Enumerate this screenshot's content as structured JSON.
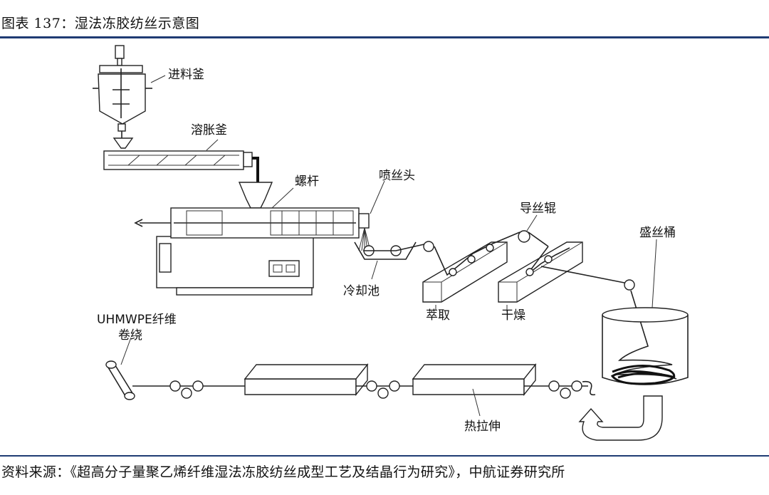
{
  "caption": "图表 137：湿法冻胶纺丝示意图",
  "source": "资料来源：《超高分子量聚乙烯纤维湿法冻胶纺丝成型工艺及结晶行为研究》，中航证券研究所",
  "labels": {
    "feed_kettle": "进料釜",
    "swelling_kettle": "溶胀釜",
    "screw": "螺杆",
    "spinneret": "喷丝头",
    "guide_roller": "导丝辊",
    "collection_bucket": "盛丝桶",
    "cooling_bath": "冷却池",
    "extraction": "萃取",
    "drying": "干燥",
    "winding_line1": "UHMWPE纤维",
    "winding_line2": "卷绕",
    "hot_drawing": "热拉伸"
  },
  "colors": {
    "rule": "#1f3b73"
  }
}
